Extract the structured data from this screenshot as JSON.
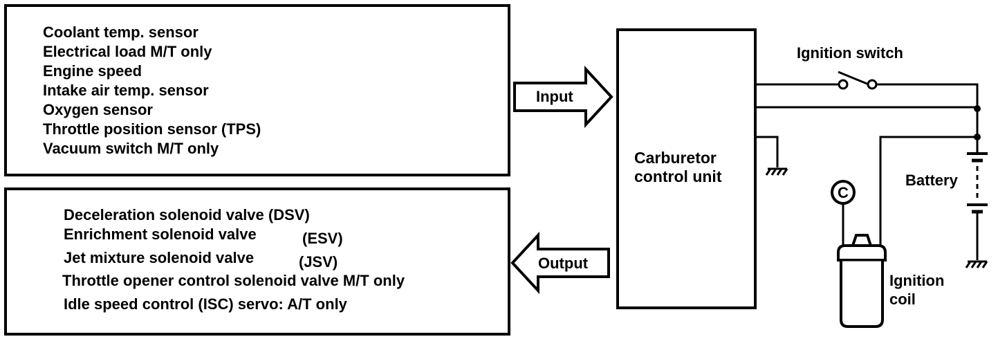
{
  "inputs_box": {
    "items": [
      "Coolant temp. sensor",
      "Electrical load M/T only",
      "Engine speed",
      "Intake air temp. sensor",
      "Oxygen sensor",
      "Throttle position sensor (TPS)",
      "Vacuum switch M/T only"
    ]
  },
  "outputs_box": {
    "items": [
      "Deceleration solenoid valve (DSV)",
      "Enrichment solenoid valve",
      "Jet mixture solenoid valve",
      "Throttle opener control solenoid valve M/T only",
      "Idle speed control (ISC) servo: A/T only"
    ],
    "suffixes": [
      "(ESV)",
      "(JSV)"
    ]
  },
  "arrows": {
    "input": "Input",
    "output": "Output"
  },
  "control_unit": {
    "line1": "Carburetor",
    "line2": "control unit"
  },
  "circuit": {
    "ignition_switch": "Ignition switch",
    "battery": "Battery",
    "ignition_coil_line1": "Ignition",
    "ignition_coil_line2": "coil",
    "terminal": "C"
  }
}
